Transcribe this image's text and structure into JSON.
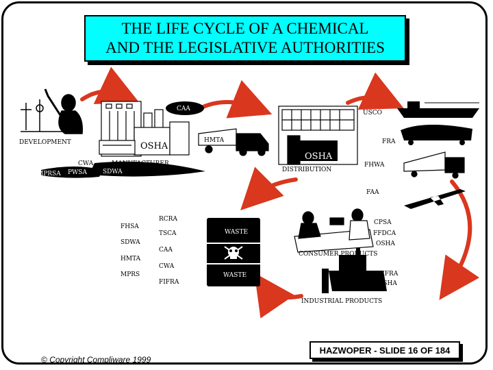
{
  "title": "THE LIFE CYCLE OF A CHEMICAL\nAND THE LEGISLATIVE AUTHORITIES",
  "labels": {
    "caa_top": "CAA",
    "usco": "USCO",
    "development": "DEVELOPMENT",
    "osha_manufacturer": "OSHA",
    "hmta_truck": "HMTA",
    "fra": "FRA",
    "osha_distribution": "OSHA",
    "cwa_top": "CWA",
    "manufacturer": "MANUFACTURER",
    "mprsa": "MPRSA",
    "pwsa": "PWSA",
    "sdwa_top": "SDWA",
    "distribution": "DISTRIBUTION",
    "fhwa": "FHWA",
    "faa": "FAA",
    "rcra": "RCRA",
    "cpsa": "CPSA",
    "fhsa": "FHSA",
    "tsca": "TSCA",
    "waste_top": "WASTE",
    "ffdca": "FFDCA",
    "sdwa_waste": "SDWA",
    "osha_consumer": "OSHA",
    "caa_waste": "CAA",
    "consumer_products": "CONSUMER PRODUCTS",
    "hmta_waste": "HMTA",
    "cwa_waste": "CWA",
    "mprs": "MPRS",
    "waste_bottom": "WASTE",
    "fifra_industrial": "FIFRA",
    "fifra_waste": "FIFRA",
    "osha_industrial": "OSHA",
    "industrial_products": "INDUSTRIAL PRODUCTS"
  },
  "footer": "HAZWOPER - SLIDE 16 OF 184",
  "copyright": "© Copyright Compliware 1999",
  "colors": {
    "title_bg": "#00ffff",
    "arrow": "#d9371e",
    "ink": "#000000"
  }
}
